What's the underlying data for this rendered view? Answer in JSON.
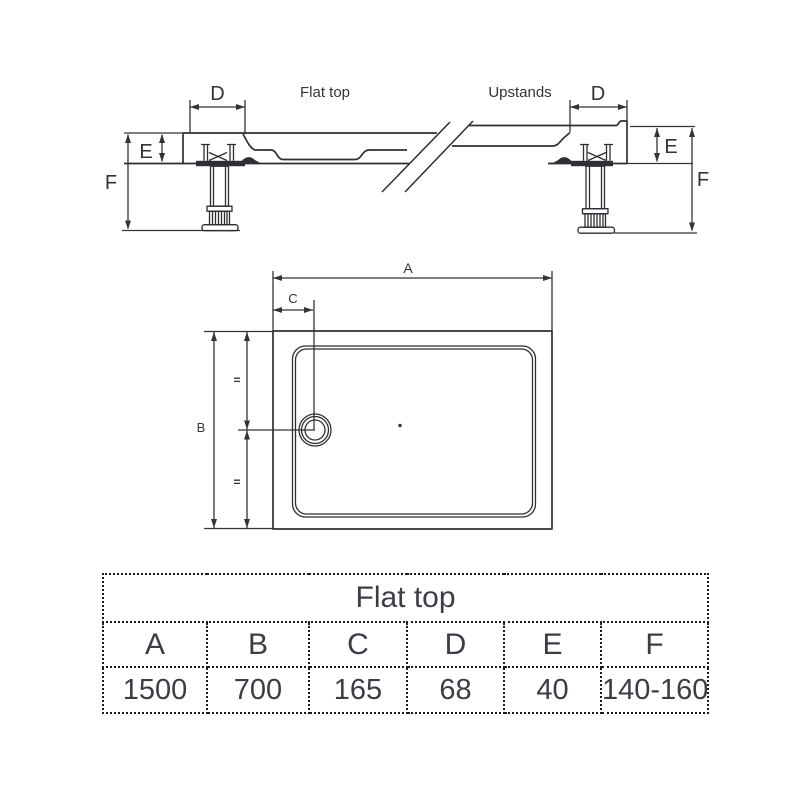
{
  "side_view": {
    "labels": {
      "flat_top": "Flat top",
      "upstands": "Upstands",
      "d": "D",
      "e": "E",
      "f": "F"
    }
  },
  "plan_view": {
    "labels": {
      "a": "A",
      "b": "B",
      "c": "C",
      "equals": "="
    }
  },
  "dimension_table": {
    "title": "Flat top",
    "columns": [
      "A",
      "B",
      "C",
      "D",
      "E",
      "F"
    ],
    "values": [
      "1500",
      "700",
      "165",
      "68",
      "40",
      "140-160"
    ]
  },
  "colors": {
    "line": "#2e2e34",
    "text": "#3c3c45",
    "background": "#ffffff"
  }
}
